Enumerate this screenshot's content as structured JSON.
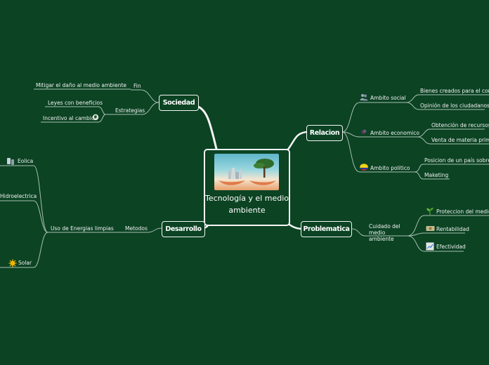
{
  "center": {
    "title": "Tecnología y el medio ambiente",
    "image": "hands-holding-tree-and-city-image"
  },
  "branches": {
    "sociedad": {
      "label": "Sociedad",
      "fin": {
        "label": "Fin",
        "items": [
          "Mitigar el daño al medio ambiente"
        ]
      },
      "estrategias": {
        "label": "Estrategias",
        "items": [
          "Leyes con beneficios",
          "Incentivo al cambio"
        ]
      }
    },
    "relacion": {
      "label": "Relacion",
      "ambito_social": {
        "label": "Ambito social",
        "icon": "people-icon",
        "items": [
          "Bienes creados para el consum",
          "Opinión de los ciudadanos"
        ]
      },
      "ambito_economico": {
        "label": "Ambito economico",
        "icon": "coins-icon",
        "items": [
          "Obtención de recursos",
          "Venta de materia prima"
        ]
      },
      "ambito_politico": {
        "label": "Ambito politico",
        "icon": "colombia-flag-icon",
        "items": [
          "Posicion de un país sobre otr",
          "Maketing"
        ]
      }
    },
    "desarrollo": {
      "label": "Desarrollo",
      "metodos": {
        "label": "Metodos",
        "uso": {
          "label": "Uso de Energias limpias",
          "items": [
            "Eolica",
            "Hidroelectrica",
            "Solar"
          ]
        }
      }
    },
    "problematica": {
      "label": "Problematica",
      "cuidado": {
        "label": "Cuidado del medio ambiente",
        "items": [
          "Proteccion del medio a",
          "Rentabilidad",
          "Efectividad"
        ]
      }
    }
  },
  "colors": {
    "background": "#0b4323",
    "line": "#f5f5f5",
    "thin_line": "#9fb8a8"
  }
}
